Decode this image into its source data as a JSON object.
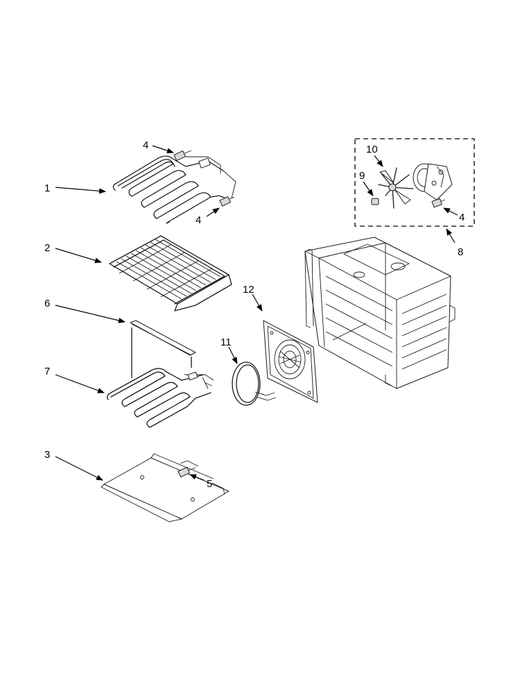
{
  "diagram": {
    "callouts": [
      {
        "id": "c1",
        "label": "1"
      },
      {
        "id": "c2",
        "label": "2"
      },
      {
        "id": "c3",
        "label": "3"
      },
      {
        "id": "c4a",
        "label": "4"
      },
      {
        "id": "c4b",
        "label": "4"
      },
      {
        "id": "c4c",
        "label": "4"
      },
      {
        "id": "c5",
        "label": "5"
      },
      {
        "id": "c6",
        "label": "6"
      },
      {
        "id": "c7",
        "label": "7"
      },
      {
        "id": "c8",
        "label": "8"
      },
      {
        "id": "c9",
        "label": "9"
      },
      {
        "id": "c10",
        "label": "10"
      },
      {
        "id": "c11",
        "label": "11"
      },
      {
        "id": "c12",
        "label": "12"
      }
    ]
  }
}
